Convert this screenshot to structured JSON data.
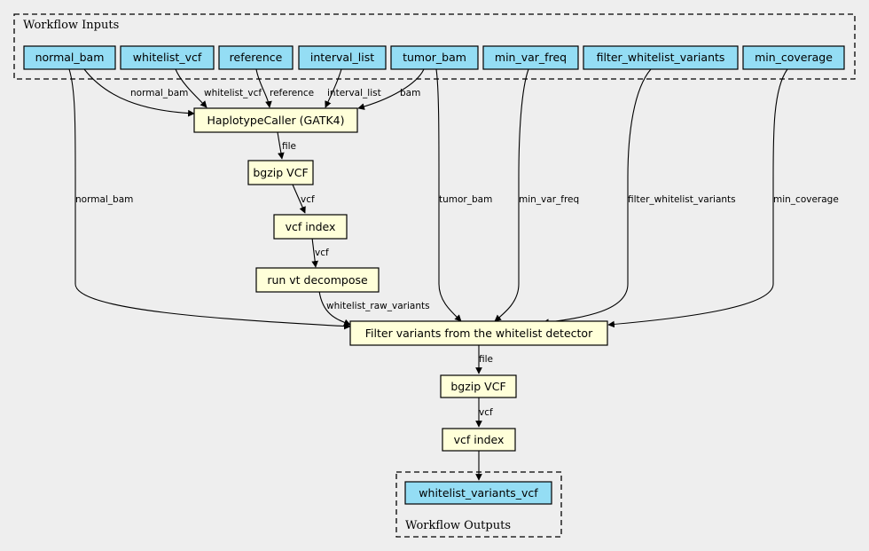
{
  "clusters": {
    "inputs_label": "Workflow Inputs",
    "outputs_label": "Workflow Outputs"
  },
  "inputs": {
    "normal_bam": "normal_bam",
    "whitelist_vcf": "whitelist_vcf",
    "reference": "reference",
    "interval_list": "interval_list",
    "tumor_bam": "tumor_bam",
    "min_var_freq": "min_var_freq",
    "filter_whitelist_variants": "filter_whitelist_variants",
    "min_coverage": "min_coverage"
  },
  "steps": {
    "haplotype_caller": "HaplotypeCaller (GATK4)",
    "bgzip1": "bgzip VCF",
    "index1": "vcf index",
    "decompose": "run vt decompose",
    "filter": "Filter variants from the whitelist detector",
    "bgzip2": "bgzip VCF",
    "index2": "vcf index"
  },
  "outputs": {
    "whitelist_variants_vcf": "whitelist_variants_vcf"
  },
  "edge_labels": {
    "normal_bam_to_hc": "normal_bam",
    "whitelist_vcf_to_hc": "whitelist_vcf",
    "reference_to_hc": "reference",
    "interval_list_to_hc": "interval_list",
    "tumor_bam_to_hc": "bam",
    "hc_to_bgzip1": "file",
    "bgzip1_to_index1": "vcf",
    "index1_to_decompose": "vcf",
    "decompose_to_filter": "whitelist_raw_variants",
    "normal_bam_to_filter": "normal_bam",
    "tumor_bam_to_filter": "tumor_bam",
    "min_var_freq_to_filter": "min_var_freq",
    "filter_whitelist_variants_to_filter": "filter_whitelist_variants",
    "min_coverage_to_filter": "min_coverage",
    "filter_to_bgzip2": "file",
    "bgzip2_to_index2": "vcf"
  }
}
